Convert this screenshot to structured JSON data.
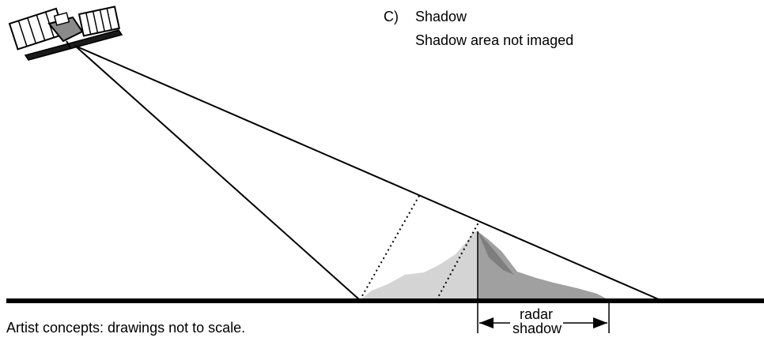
{
  "panel": {
    "letter": "C)",
    "title": "Shadow",
    "subtitle": "Shadow area not imaged"
  },
  "dimension_label": {
    "line1": "radar",
    "line2": "shadow"
  },
  "footnote": "Artist concepts: drawings not to scale.",
  "colors": {
    "illuminated_terrain": "#d4d4d4",
    "shadowed_slope": "#9a9a9a",
    "ground": "#000000"
  },
  "icons": [
    "satellite-icon"
  ]
}
